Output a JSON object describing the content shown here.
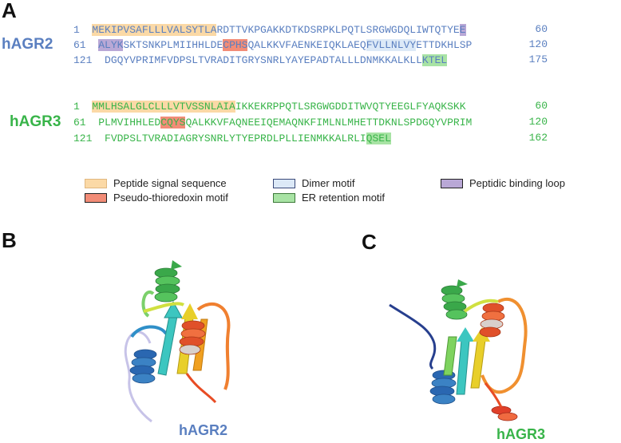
{
  "panels": {
    "a": "A",
    "b": "B",
    "c": "C"
  },
  "colors": {
    "agr2": "#5a7fc0",
    "agr3": "#38b449",
    "signal": "#fbd9a6",
    "pseudo": "#f28c77",
    "dimer": "#dce9f7",
    "bind": "#b9a8d6",
    "er": "#a8e3a4"
  },
  "agr2": {
    "label": "hAGR2",
    "lines": [
      {
        "start": "1",
        "end": "60",
        "segments": [
          {
            "text": "MEKIPVSAFLLLVALSYTLA",
            "hl": "signal"
          },
          {
            "text": "RDTTVKPGAKKDTKDSRPKLPQTLSRGWGDQLIWTQTYE",
            "hl": ""
          },
          {
            "text": "E",
            "hl": "bind"
          }
        ]
      },
      {
        "start": "61",
        "end": "120",
        "segments": [
          {
            "text": "ALYK",
            "hl": "bind"
          },
          {
            "text": "SKTSNKPLMIIHHLDE",
            "hl": ""
          },
          {
            "text": "CPHS",
            "hl": "pseudo"
          },
          {
            "text": "QALKKVFAENKEIQKLAEQ",
            "hl": ""
          },
          {
            "text": "FVLLNLVY",
            "hl": "dimer"
          },
          {
            "text": "ETTDKHLSP",
            "hl": ""
          }
        ]
      },
      {
        "start": "121",
        "end": "175",
        "segments": [
          {
            "text": "DGQYVPRIMFVDPSLTVRADITGRYSNRLYAYEPADTALLLDNMKKALKLL",
            "hl": ""
          },
          {
            "text": "KTEL",
            "hl": "er"
          }
        ]
      }
    ]
  },
  "agr3": {
    "label": "hAGR3",
    "lines": [
      {
        "start": "1",
        "end": "60",
        "segments": [
          {
            "text": "MMLHSALGLCLLLVTVSSNLAIA",
            "hl": "signal"
          },
          {
            "text": "IKKEKRPPQTLSRGWGDDITWVQTYEEGLFYAQKSKK",
            "hl": ""
          }
        ]
      },
      {
        "start": "61",
        "end": "120",
        "segments": [
          {
            "text": "PLMVIHHLED",
            "hl": ""
          },
          {
            "text": "CQYS",
            "hl": "pseudo"
          },
          {
            "text": "QALKKVFAQNEEIQEMAQNKFIMLNLMHETTDKNLSPDGQYVPRIM",
            "hl": ""
          }
        ]
      },
      {
        "start": "121",
        "end": "162",
        "segments": [
          {
            "text": "FVDPSLTVRADIAGRYSNRLYTYEPRDLPLLIENMKKALRLI",
            "hl": ""
          },
          {
            "text": "QSEL",
            "hl": "er"
          }
        ]
      }
    ]
  },
  "legend": [
    {
      "label": "Peptide signal sequence",
      "key": "signal"
    },
    {
      "label": "Pseudo-thioredoxin motif",
      "key": "pseudo"
    },
    {
      "label": "Dimer motif",
      "key": "dimer"
    },
    {
      "label": "ER retention motif",
      "key": "er"
    },
    {
      "label": "Peptidic binding loop",
      "key": "bind"
    }
  ],
  "structures": {
    "b_label": "hAGR2",
    "c_label": "hAGR3"
  }
}
